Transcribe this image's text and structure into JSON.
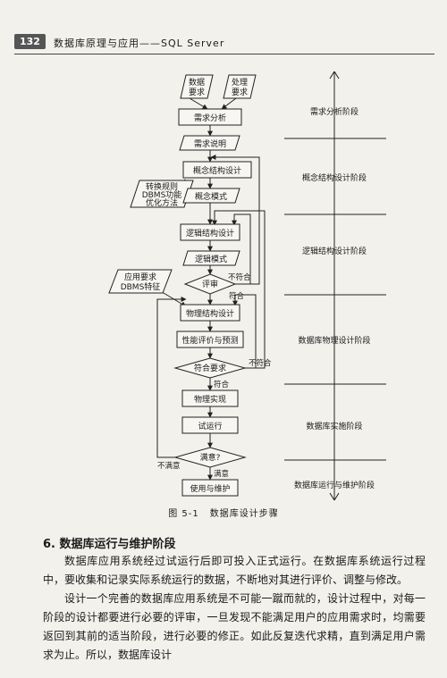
{
  "header": {
    "page_number": "132",
    "running_title": "数据库原理与应用——SQL Server"
  },
  "flowchart": {
    "inputs": {
      "data_req": [
        "数据",
        "要求"
      ],
      "proc_req": [
        "处理",
        "要求"
      ],
      "dbms_func": [
        "转换规则",
        "DBMS功能",
        "优化方法"
      ],
      "app_req": [
        "应用要求",
        "DBMS特征"
      ]
    },
    "processes": {
      "req_analysis": "需求分析",
      "concept_design": "概念结构设计",
      "logic_design": "逻辑结构设计",
      "physical_design": "物理结构设计",
      "perf_eval": "性能评价与预测",
      "phys_impl": "物理实现",
      "trial_run": "试运行",
      "use_maint": "使用与维护"
    },
    "outputs": {
      "req_spec": "需求说明",
      "concept_model": "概念模式",
      "logic_model": "逻辑模式"
    },
    "decisions": {
      "review": "评审",
      "meet_req": "符合要求",
      "satisfied": "满意?"
    },
    "edge_labels": {
      "fail1": "不符合",
      "pass1": "符合",
      "fail2": "不符合",
      "pass2": "符合",
      "unsatisfied": "不满意",
      "satisfied": "满意"
    },
    "stages": [
      "需求分析阶段",
      "概念结构设计阶段",
      "逻辑结构设计阶段",
      "数据库物理设计阶段",
      "数据库实施阶段",
      "数据库运行与维护阶段"
    ]
  },
  "caption": {
    "figure_number": "图 5-1",
    "figure_title": "数据库设计步骤"
  },
  "section": {
    "title": "6. 数据库运行与维护阶段",
    "paragraphs": [
      "数据库应用系统经过试运行后即可投入正式运行。在数据库系统运行过程中，要收集和记录实际系统运行的数据，不断地对其进行评价、调整与修改。",
      "设计一个完善的数据库应用系统是不可能一蹴而就的，设计过程中，对每一阶段的设计都要进行必要的评审，一旦发现不能满足用户的应用需求时，均需要返回到其前的适当阶段，进行必要的修正。如此反复迭代求精，直到满足用户需求为止。所以，数据库设计"
    ]
  }
}
